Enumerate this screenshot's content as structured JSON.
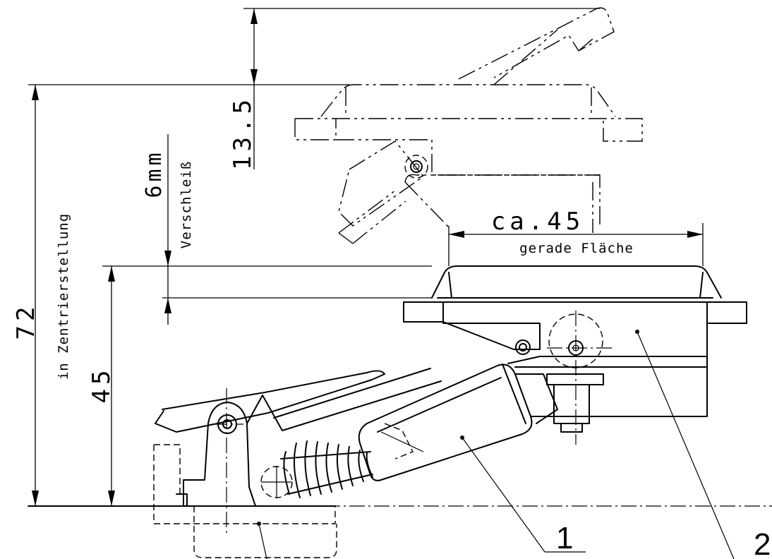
{
  "dimensions": {
    "total_height": "72",
    "total_height_note": "in Zentrierstellung",
    "stroke": "13.5",
    "wear": "6mm",
    "wear_note": "Verschleiß",
    "pedal_height": "45",
    "pad_length": "ca.45",
    "pad_note": "gerade Fläche"
  },
  "position_numbers": {
    "item_1": "1",
    "item_2": "2"
  }
}
